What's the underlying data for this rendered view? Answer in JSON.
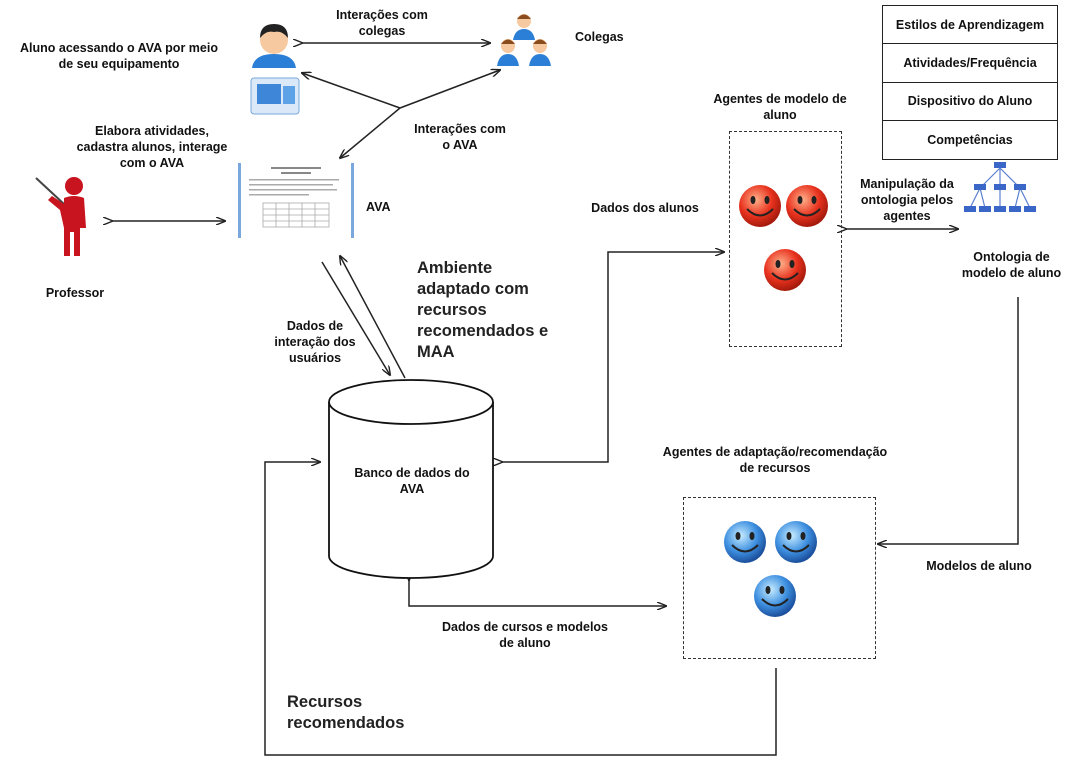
{
  "labels": {
    "aluno": "Aluno acessando o AVA por meio\nde seu equipamento",
    "interacoes_colegas": "Interações com\ncolegas",
    "colegas": "Colegas",
    "elabora": "Elabora atividades,\ncadastra alunos, interage\ncom o AVA",
    "interacoes_ava": "Interações com\no AVA",
    "ava": "AVA",
    "professor": "Professor",
    "agentes_modelo": "Agentes de modelo de\naluno",
    "dados_alunos": "Dados dos alunos",
    "manipulacao": "Manipulação da\nontologia pelos\nagentes",
    "ontologia": "Ontologia de\nmodelo de aluno",
    "ambiente": "Ambiente\nadaptado com\nrecursos\nrecomendados e\nMAA",
    "dados_interacao": "Dados de\ninteração dos\nusuários",
    "banco": "Banco de dados do\nAVA",
    "agentes_adaptacao": "Agentes de adaptação/recomendação\nde recursos",
    "modelos_aluno": "Modelos de aluno",
    "dados_cursos": "Dados de cursos e modelos\nde aluno",
    "recursos": "Recursos\nrecomendados"
  },
  "legend": [
    "Estilos de Aprendizagem",
    "Atividades/Frequência",
    "Dispositivo do Aluno",
    "Competências"
  ],
  "colors": {
    "red_agent": "#e8321e",
    "blue_agent": "#3d8fe0",
    "professor": "#c8141e",
    "user_shirt": "#2c7fd6"
  }
}
